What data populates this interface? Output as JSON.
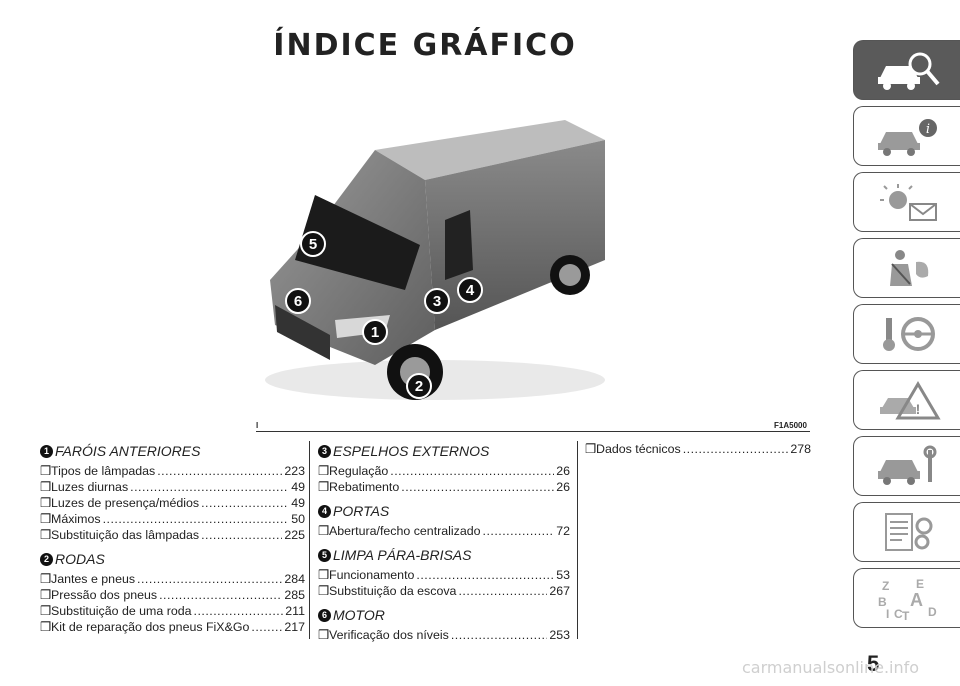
{
  "title": "ÍNDICE GRÁFICO",
  "figure": {
    "left_label": "l",
    "code": "F1A5000",
    "callouts": [
      "5",
      "6",
      "3",
      "4",
      "1",
      "2"
    ]
  },
  "sections": [
    {
      "num": "1",
      "heading": "FARÓIS ANTERIORES",
      "items": [
        {
          "label": "Tipos de lâmpadas",
          "page": "223"
        },
        {
          "label": "Luzes diurnas",
          "page": "49"
        },
        {
          "label": "Luzes de presença/médios",
          "page": "49"
        },
        {
          "label": "Máximos",
          "page": "50"
        },
        {
          "label": "Substituição das lâmpadas",
          "page": "225"
        }
      ]
    },
    {
      "num": "2",
      "heading": "RODAS",
      "items": [
        {
          "label": "Jantes e pneus",
          "page": "284"
        },
        {
          "label": "Pressão dos pneus",
          "page": "285"
        },
        {
          "label": "Substituição de uma roda",
          "page": "211"
        },
        {
          "label": "Kit de reparação dos pneus FiX&Go",
          "page": "217"
        }
      ]
    },
    {
      "num": "3",
      "heading": "ESPELHOS EXTERNOS",
      "items": [
        {
          "label": "Regulação",
          "page": "26"
        },
        {
          "label": "Rebatimento",
          "page": "26"
        }
      ]
    },
    {
      "num": "4",
      "heading": "PORTAS",
      "items": [
        {
          "label": "Abertura/fecho centralizado",
          "page": "72"
        }
      ]
    },
    {
      "num": "5",
      "heading": "LIMPA PÁRA-BRISAS",
      "items": [
        {
          "label": "Funcionamento",
          "page": "53"
        },
        {
          "label": "Substituição da escova",
          "page": "267"
        }
      ]
    },
    {
      "num": "6",
      "heading": "MOTOR",
      "items": [
        {
          "label": "Verificação dos níveis",
          "page": "253"
        }
      ]
    },
    {
      "num": "",
      "heading": "",
      "items": [
        {
          "label": "Dados técnicos",
          "page": "278"
        }
      ]
    }
  ],
  "checkbox_glyph": "❒",
  "tabs": [
    {
      "icon": "car-search-icon",
      "active": true
    },
    {
      "icon": "car-info-icon"
    },
    {
      "icon": "warning-light-icon"
    },
    {
      "icon": "seatbelt-airbag-icon"
    },
    {
      "icon": "steering-key-icon"
    },
    {
      "icon": "emergency-triangle-icon"
    },
    {
      "icon": "car-maintenance-icon"
    },
    {
      "icon": "technical-data-icon"
    },
    {
      "icon": "alphabetical-index-icon"
    }
  ],
  "index_letters": "Z E B A I C T D",
  "page_number": "5",
  "footer": "carmanualsonline.info"
}
